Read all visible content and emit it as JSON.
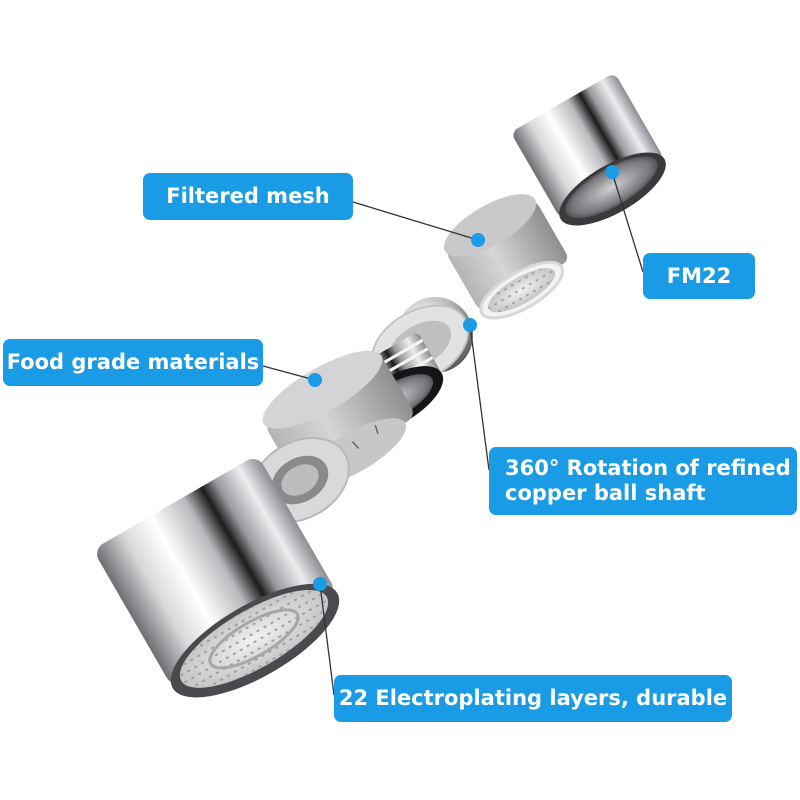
{
  "diagram": {
    "type": "exploded-product-view",
    "subject": "faucet aerator"
  },
  "colors": {
    "label_background": "#1a9be6",
    "label_text": "#ffffff",
    "callout_dot": "#1a9be6",
    "leader_line": "#333333",
    "background": "#ffffff"
  },
  "labels": {
    "filtered_mesh": "Filtered mesh",
    "fm22": "FM22",
    "food_grade": "Food grade materials",
    "rotation_line1": "360° Rotation of refined",
    "rotation_line2": "copper ball shaft",
    "electroplating": "22 Electroplating layers, durable"
  },
  "components": [
    {
      "name": "chrome-cap-fm22",
      "material": "chrome"
    },
    {
      "name": "filter-mesh-housing",
      "material": "grey plastic"
    },
    {
      "name": "ball-joint",
      "material": "copper/chrome"
    },
    {
      "name": "threaded-ring",
      "material": "chrome"
    },
    {
      "name": "gasket-housing",
      "material": "grey food-grade plastic"
    },
    {
      "name": "washer-ring",
      "material": "grey plastic"
    },
    {
      "name": "chrome-outlet-body",
      "material": "chrome"
    }
  ]
}
